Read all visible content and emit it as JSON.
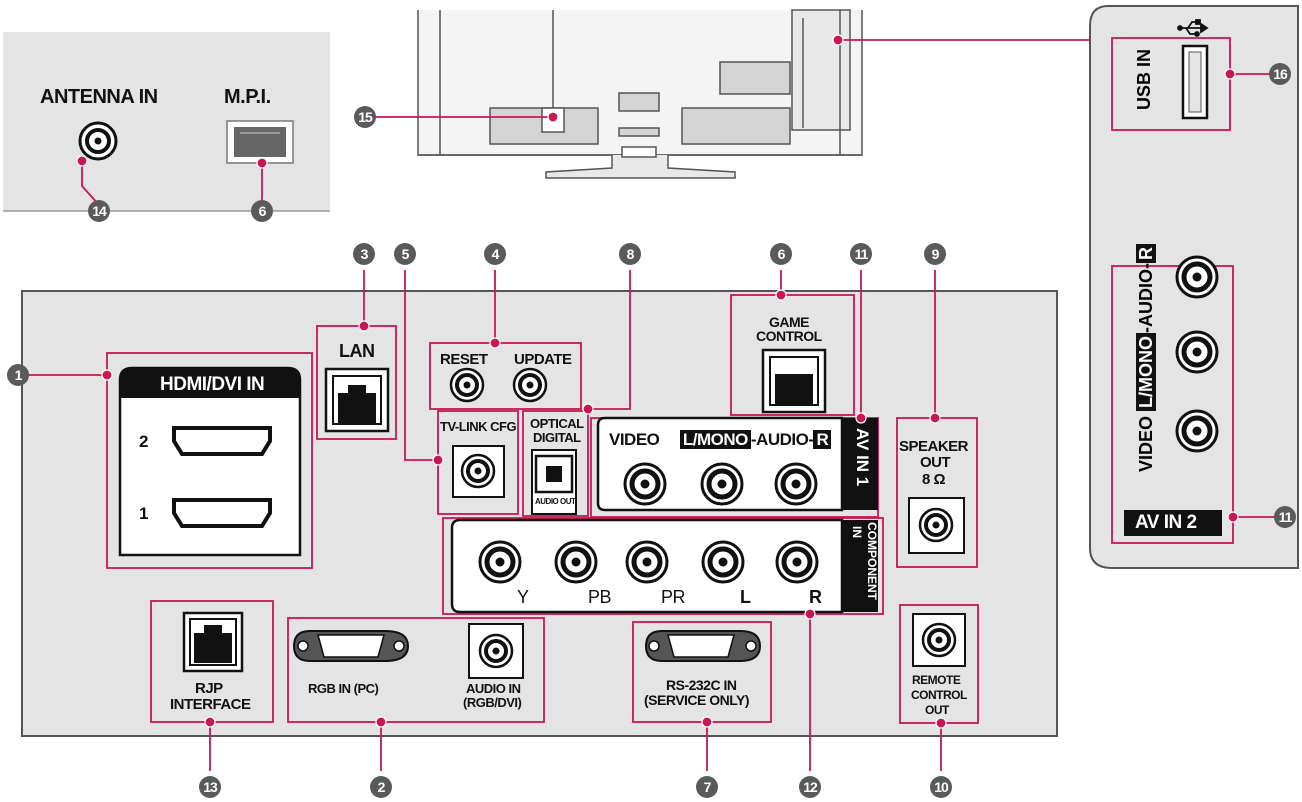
{
  "labels": {
    "antenna_in": "ANTENNA IN",
    "mpi": "M.P.I.",
    "usb_in": "USB IN",
    "video": "VIDEO",
    "lmono": "L/MONO",
    "audio_dash": "-AUDIO-",
    "audio_r": "R",
    "av_in_2": "AV IN 2",
    "av_in_1": "AV IN 1",
    "hdmi_dvi_in": "HDMI/DVI IN",
    "hdmi_2": "2",
    "hdmi_1": "1",
    "lan": "LAN",
    "reset": "RESET",
    "update": "UPDATE",
    "tv_link_cfg": "TV-LINK CFG",
    "optical_digital_1": "OPTICAL",
    "optical_digital_2": "DIGITAL",
    "audio_out": "AUDIO OUT",
    "game_control_1": "GAME",
    "game_control_2": "CONTROL",
    "speaker_out_1": "SPEAKER",
    "speaker_out_2": "OUT",
    "speaker_out_3": "8 Ω",
    "component_in_1": "COMPONENT",
    "component_in_2": "IN",
    "comp_y": "Y",
    "comp_pb": "PB",
    "comp_pr": "PR",
    "comp_l": "L",
    "comp_r": "R",
    "rjp_interface_1": "RJP",
    "rjp_interface_2": "INTERFACE",
    "rgb_in_pc": "RGB IN (PC)",
    "audio_in_1": "AUDIO IN",
    "audio_in_2": "(RGB/DVI)",
    "rs232c_1": "RS-232C IN",
    "rs232c_2": "(SERVICE ONLY)",
    "remote_1": "REMOTE",
    "remote_2": "CONTROL",
    "remote_3": "OUT"
  },
  "callouts": {
    "c1": "1",
    "c2": "2",
    "c3": "3",
    "c4": "4",
    "c5": "5",
    "c6_top": "6",
    "c6": "6",
    "c7": "7",
    "c8": "8",
    "c9": "9",
    "c10": "10",
    "c11": "11",
    "c11_side": "11",
    "c12": "12",
    "c13": "13",
    "c14": "14",
    "c15": "15",
    "c16": "16"
  },
  "colors": {
    "panel": "#e4e4e4",
    "leader": "#c8184e",
    "callout": "#5a5a5a",
    "dark": "#111111"
  }
}
